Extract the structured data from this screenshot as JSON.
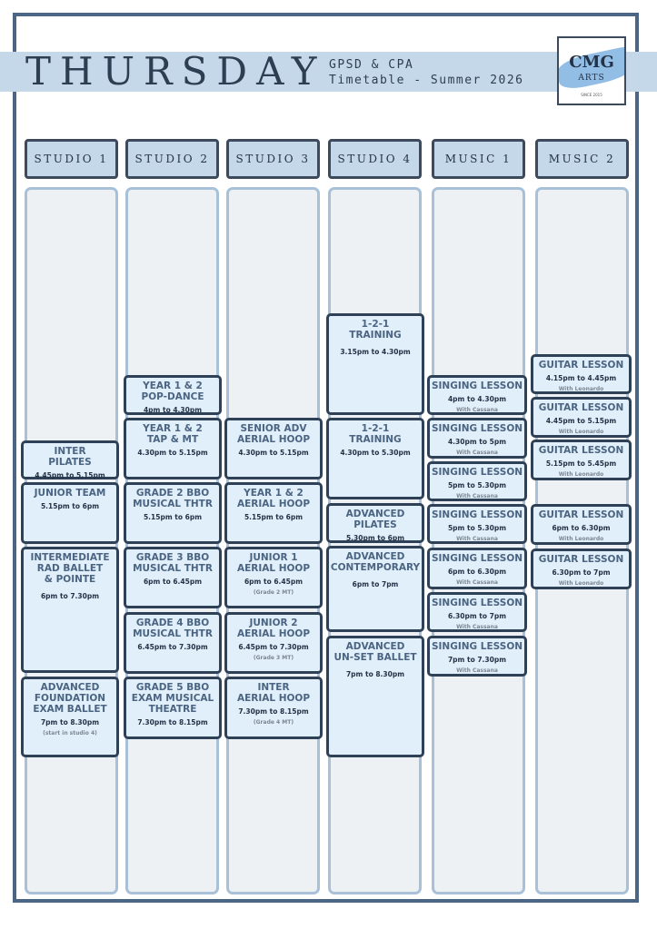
{
  "header": {
    "day": "THURSDAY",
    "subtitle_line1": "GPSD & CPA",
    "subtitle_line2": "Timetable - Summer 2026"
  },
  "logo": {
    "main": "CMG",
    "sub": "ARTS",
    "since": "SINCE 2015"
  },
  "colors": {
    "accent": "#c5d8ea",
    "border": "#3c4a5c",
    "block": "#e1effa",
    "frame": "#4b6585"
  },
  "columns": [
    {
      "name": "STUDIO 1",
      "blocks": [
        {
          "title": [
            "INTER",
            "PILATES"
          ],
          "time": "4.45pm to 5.15pm"
        },
        {
          "title": [
            "JUNIOR TEAM"
          ],
          "time": "5.15pm to 6pm"
        },
        {
          "title": [
            "INTERMEDIATE",
            "RAD BALLET",
            "& POINTE"
          ],
          "time": "6pm to 7.30pm"
        },
        {
          "title": [
            "ADVANCED",
            "FOUNDATION",
            "EXAM BALLET"
          ],
          "time": "7pm to 8.30pm",
          "note": "(start in studio 4)"
        }
      ]
    },
    {
      "name": "STUDIO 2",
      "blocks": [
        {
          "title": [
            "YEAR 1 & 2",
            "POP-DANCE"
          ],
          "time": "4pm to 4.30pm"
        },
        {
          "title": [
            "YEAR 1 & 2",
            "TAP & MT"
          ],
          "time": "4.30pm to 5.15pm"
        },
        {
          "title": [
            "GRADE 2 BBO",
            "MUSICAL THTR"
          ],
          "time": "5.15pm to 6pm"
        },
        {
          "title": [
            "GRADE 3 BBO",
            "MUSICAL THTR"
          ],
          "time": "6pm to 6.45pm"
        },
        {
          "title": [
            "GRADE 4 BBO",
            "MUSICAL THTR"
          ],
          "time": "6.45pm to 7.30pm"
        },
        {
          "title": [
            "GRADE 5 BBO",
            "EXAM MUSICAL",
            "THEATRE"
          ],
          "time": "7.30pm to 8.15pm"
        }
      ]
    },
    {
      "name": "STUDIO 3",
      "blocks": [
        {
          "title": [
            "SENIOR ADV",
            "AERIAL HOOP"
          ],
          "time": "4.30pm to 5.15pm"
        },
        {
          "title": [
            "YEAR 1 & 2",
            "AERIAL HOOP"
          ],
          "time": "5.15pm to 6pm"
        },
        {
          "title": [
            "JUNIOR 1",
            "AERIAL HOOP"
          ],
          "time": "6pm to 6.45pm",
          "note": "(Grade 2 MT)"
        },
        {
          "title": [
            "JUNIOR 2",
            "AERIAL HOOP"
          ],
          "time": "6.45pm to 7.30pm",
          "note": "(Grade 3 MT)"
        },
        {
          "title": [
            "INTER",
            "AERIAL HOOP"
          ],
          "time": "7.30pm to 8.15pm",
          "note": "(Grade 4 MT)"
        }
      ]
    },
    {
      "name": "STUDIO 4",
      "blocks": [
        {
          "title": [
            "1-2-1",
            "TRAINING"
          ],
          "time": "3.15pm to 4.30pm"
        },
        {
          "title": [
            "1-2-1",
            "TRAINING"
          ],
          "time": "4.30pm to 5.30pm"
        },
        {
          "title": [
            "ADVANCED",
            "PILATES"
          ],
          "time": "5.30pm to 6pm"
        },
        {
          "title": [
            "ADVANCED",
            "CONTEMPORARY"
          ],
          "time": "6pm to 7pm"
        },
        {
          "title": [
            "ADVANCED",
            "UN-SET BALLET"
          ],
          "time": "7pm to 8.30pm"
        }
      ]
    },
    {
      "name": "MUSIC 1",
      "blocks": [
        {
          "title": [
            "SINGING LESSON"
          ],
          "time": "4pm to 4.30pm",
          "note": "With Cassana"
        },
        {
          "title": [
            "SINGING LESSON"
          ],
          "time": "4.30pm to 5pm",
          "note": "With Cassana"
        },
        {
          "title": [
            "SINGING LESSON"
          ],
          "time": "5pm to 5.30pm",
          "note": "With Cassana"
        },
        {
          "title": [
            "SINGING LESSON"
          ],
          "time": "5pm to 5.30pm",
          "note": "With Cassana"
        },
        {
          "title": [
            "SINGING LESSON"
          ],
          "time": "6pm to 6.30pm",
          "note": "With Cassana"
        },
        {
          "title": [
            "SINGING LESSON"
          ],
          "time": "6.30pm to 7pm",
          "note": "With Cassana"
        },
        {
          "title": [
            "SINGING LESSON"
          ],
          "time": "7pm to 7.30pm",
          "note": "With Cassana"
        }
      ]
    },
    {
      "name": "MUSIC 2",
      "blocks": [
        {
          "title": [
            "GUITAR LESSON"
          ],
          "time": "4.15pm to 4.45pm",
          "note": "With Leonardo"
        },
        {
          "title": [
            "GUITAR LESSON"
          ],
          "time": "4.45pm to 5.15pm",
          "note": "With Leonardo"
        },
        {
          "title": [
            "GUITAR LESSON"
          ],
          "time": "5.15pm to 5.45pm",
          "note": "With Leonardo"
        },
        {
          "title": [
            "GUITAR LESSON"
          ],
          "time": "6pm to 6.30pm",
          "note": "With Leonardo"
        },
        {
          "title": [
            "GUITAR LESSON"
          ],
          "time": "6.30pm to 7pm",
          "note": "With Leonardo"
        }
      ]
    }
  ]
}
